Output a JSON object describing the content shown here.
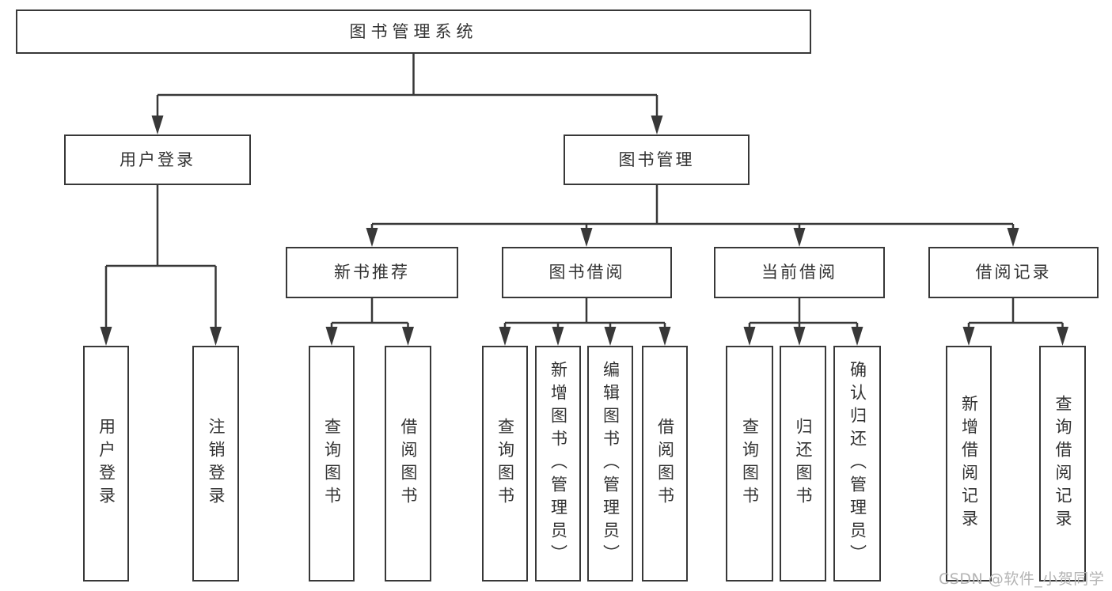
{
  "page": {
    "background": "#ffffff",
    "line_color": "#383838",
    "text_color": "#333333"
  },
  "diagram": {
    "root": {
      "label": "图书管理系统"
    },
    "branches": [
      {
        "label": "用户登录",
        "children": [
          {
            "label": "用户登录"
          },
          {
            "label": "注销登录"
          }
        ]
      },
      {
        "label": "图书管理",
        "children": [
          {
            "label": "新书推荐",
            "children": [
              {
                "label": "查询图书"
              },
              {
                "label": "借阅图书"
              }
            ]
          },
          {
            "label": "图书借阅",
            "children": [
              {
                "label": "查询图书"
              },
              {
                "label": "新增图书（管理员）"
              },
              {
                "label": "编辑图书（管理员）"
              },
              {
                "label": "借阅图书"
              }
            ]
          },
          {
            "label": "当前借阅",
            "children": [
              {
                "label": "查询图书"
              },
              {
                "label": "归还图书"
              },
              {
                "label": "确认归还（管理员）"
              }
            ]
          },
          {
            "label": "借阅记录",
            "children": [
              {
                "label": "新增借阅记录"
              },
              {
                "label": "查询借阅记录"
              }
            ]
          }
        ]
      }
    ]
  },
  "watermark": {
    "text": "CSDN @软件_小贺同学",
    "color": "#b4b4b4"
  }
}
